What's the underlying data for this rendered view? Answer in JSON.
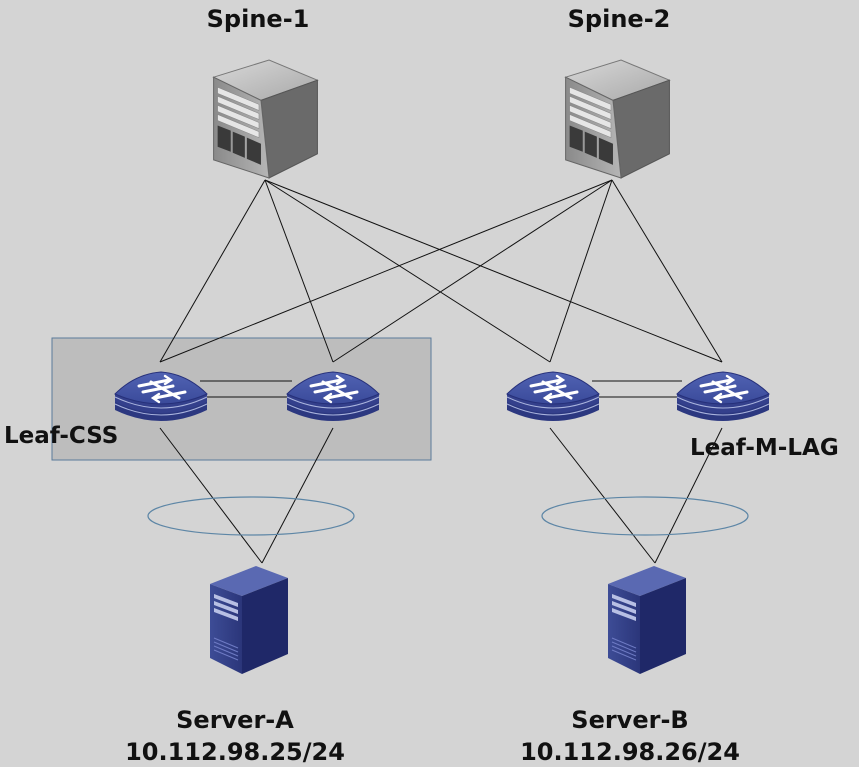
{
  "spines": [
    {
      "label": "Spine-1"
    },
    {
      "label": "Spine-2"
    }
  ],
  "groups": {
    "css": {
      "label": "Leaf-CSS"
    },
    "mlag": {
      "label": "Leaf-M-LAG"
    }
  },
  "servers": [
    {
      "label": "Server-A",
      "ip": "10.112.98.25/24"
    },
    {
      "label": "Server-B",
      "ip": "10.112.98.26/24"
    }
  ],
  "colors": {
    "background": "#d4d4d4",
    "css_group_fill": "#bdbdbd",
    "css_group_border": "#5a7a9a",
    "switch_blue": "#3a4a9a",
    "link_line": "#111111",
    "lag_ellipse": "#5d86a6"
  }
}
